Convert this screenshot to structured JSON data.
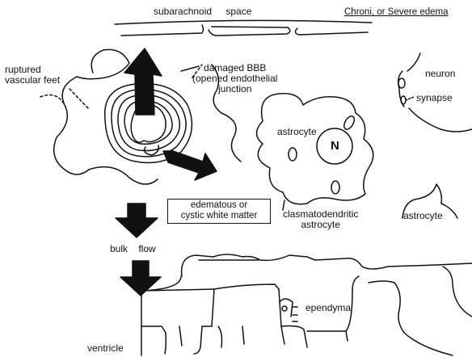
{
  "labels": {
    "subarachnoid_space": "subarachnoid space",
    "title": "Chroni, or Severe edema",
    "ruptured_vascular_feet": "ruptured\nvascular feet",
    "damaged_bbb": "damaged BBB\n(opened endothelial\njunction",
    "neuron": "neuron",
    "synapse": "synapse",
    "astrocyte_1": "astrocyte",
    "nucleus": "N",
    "edematous": "edematous or\ncystic white matter",
    "clasmatodendritic": "clasmatodendritic\nastrocyte",
    "astrocyte_2": "astrocyte",
    "bulk_flow": "bulk flow",
    "ependyma": "ependyma",
    "ventricle": "ventricle"
  },
  "colors": {
    "ink": "#111111",
    "background": "#ffffff"
  }
}
